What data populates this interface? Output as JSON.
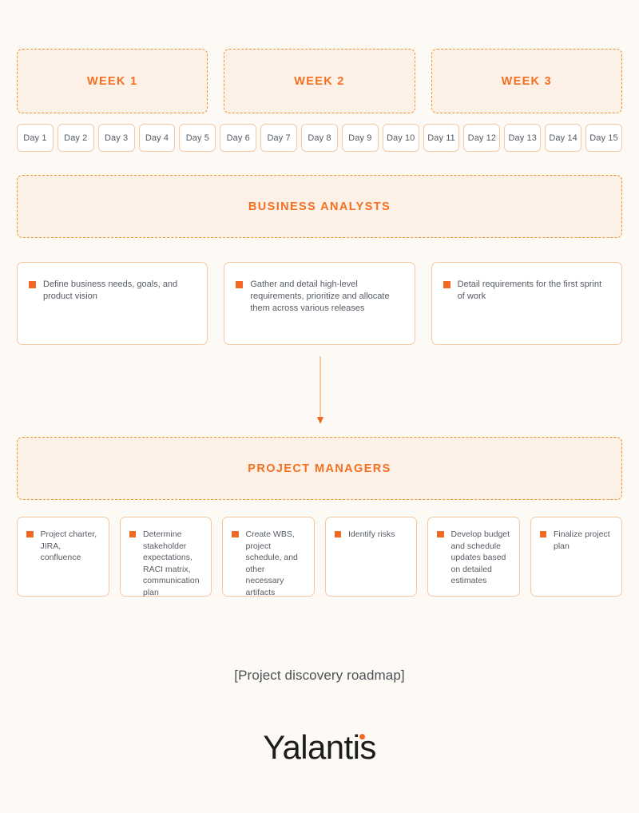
{
  "theme": {
    "page_background": "#FDFAF6",
    "accent_orange": "#F37021",
    "bullet_orange": "#F26722",
    "band_fill": "#FDF1E7",
    "dashed_border": "#F0922E",
    "card_border": "#F2C9A3",
    "card_fill": "#FFFFFF",
    "text_gray": "#565C63",
    "arrow_line": "#F3CDA7"
  },
  "weeks": [
    {
      "label": "WEEK 1"
    },
    {
      "label": "WEEK 2"
    },
    {
      "label": "WEEK 3"
    }
  ],
  "days": [
    {
      "label": "Day 1"
    },
    {
      "label": "Day 2"
    },
    {
      "label": "Day 3"
    },
    {
      "label": "Day 4"
    },
    {
      "label": "Day 5"
    },
    {
      "label": "Day 6"
    },
    {
      "label": "Day 7"
    },
    {
      "label": "Day 8"
    },
    {
      "label": "Day 9"
    },
    {
      "label": "Day 10"
    },
    {
      "label": "Day 11"
    },
    {
      "label": "Day 12"
    },
    {
      "label": "Day 13"
    },
    {
      "label": "Day 14"
    },
    {
      "label": "Day 15"
    }
  ],
  "business_analysts": {
    "band_label": "BUSINESS ANALYSTS",
    "cards": [
      {
        "text": "Define business needs, goals, and product vision"
      },
      {
        "text": "Gather and detail high-level requirements, prioritize and allocate them across various releases"
      },
      {
        "text": "Detail requirements for the first sprint of work"
      }
    ]
  },
  "connector": {
    "icon": "down-arrow-icon"
  },
  "project_managers": {
    "band_label": "PROJECT MANAGERS",
    "cards": [
      {
        "text": "Project charter, JIRA, confluence"
      },
      {
        "text": "Determine stakeholder expectations, RACI matrix, communication plan"
      },
      {
        "text": "Create WBS, project schedule, and other necessary artifacts"
      },
      {
        "text": "Identify risks"
      },
      {
        "text": "Develop budget and schedule updates based on detailed estimates"
      },
      {
        "text": "Finalize project plan"
      }
    ]
  },
  "caption": "[Project discovery roadmap]",
  "logo": {
    "text": "Yalantis"
  }
}
